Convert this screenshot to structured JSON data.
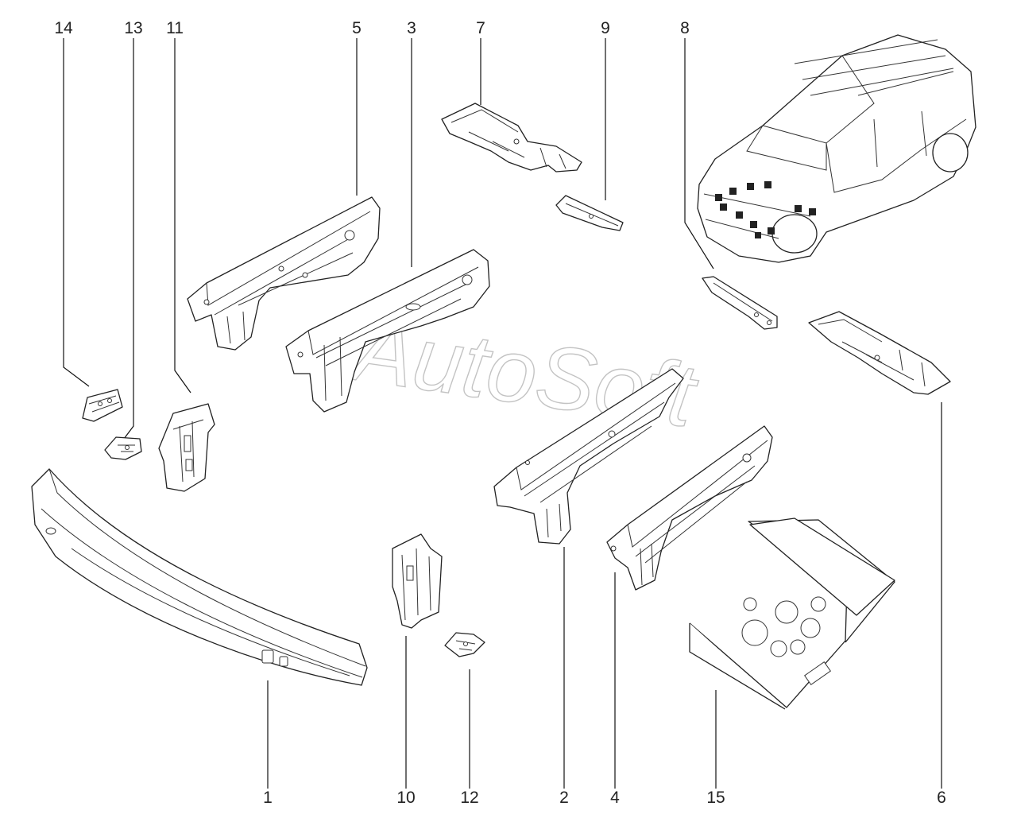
{
  "watermark": "AutoSoft",
  "callouts": [
    {
      "id": "c14",
      "text": "14"
    },
    {
      "id": "c13",
      "text": "13"
    },
    {
      "id": "c11",
      "text": "11"
    },
    {
      "id": "c5",
      "text": "5"
    },
    {
      "id": "c3",
      "text": "3"
    },
    {
      "id": "c7",
      "text": "7"
    },
    {
      "id": "c9",
      "text": "9"
    },
    {
      "id": "c8",
      "text": "8"
    },
    {
      "id": "c1",
      "text": "1"
    },
    {
      "id": "c10",
      "text": "10"
    },
    {
      "id": "c12",
      "text": "12"
    },
    {
      "id": "c2",
      "text": "2"
    },
    {
      "id": "c4",
      "text": "4"
    },
    {
      "id": "c15",
      "text": "15"
    },
    {
      "id": "c6",
      "text": "6"
    }
  ]
}
